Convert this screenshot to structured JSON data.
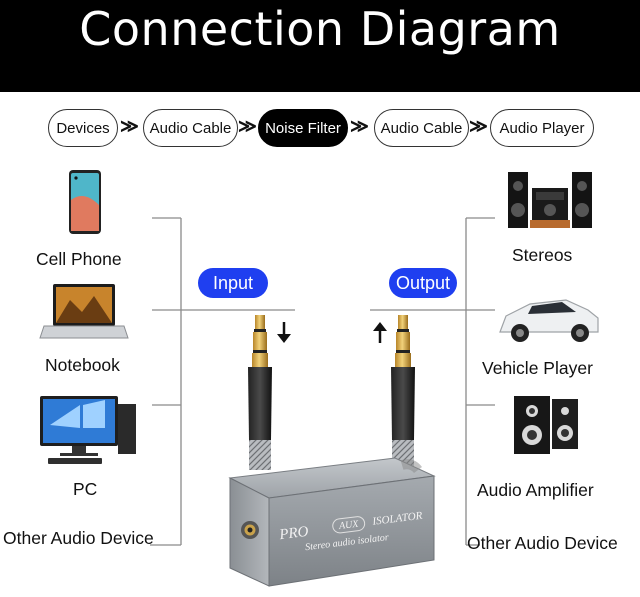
{
  "title": "Connection Diagram",
  "flow": {
    "steps": [
      "Devices",
      "Audio Cable",
      "Noise Filter",
      "Audio Cable",
      "Audio Player"
    ],
    "separator": "≫",
    "active_index": 2
  },
  "inputs": {
    "badge": "Input",
    "devices": [
      "Cell Phone",
      "Notebook",
      "PC",
      "Other Audio Device"
    ]
  },
  "outputs": {
    "badge": "Output",
    "devices": [
      "Stereos",
      "Vehicle Player",
      "Audio Amplifier",
      "Other Audio Device"
    ]
  },
  "product": {
    "brand": "PRO",
    "badge": "AUX",
    "name": "ISOLATOR",
    "subtitle": "Stereo audio isolator"
  },
  "colors": {
    "header": "#000000",
    "badge": "#1f3ff0",
    "box": "#8e9398"
  }
}
